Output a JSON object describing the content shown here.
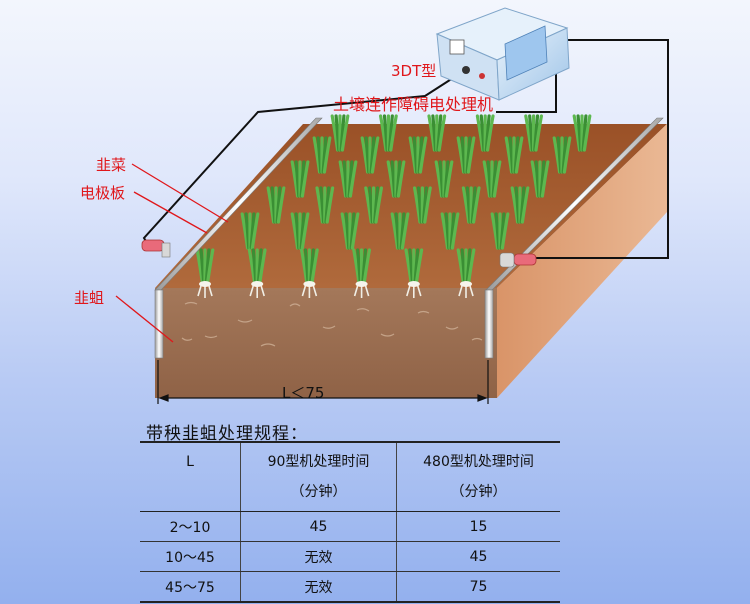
{
  "device": {
    "model": "3DT型",
    "name": "土壤连作障碍电处理机"
  },
  "labels": {
    "leek": "韭菜",
    "electrode": "电极板",
    "maggot": "韭蛆",
    "distance": "L＜75"
  },
  "table": {
    "title": "带秧韭蛆处理规程：",
    "headers": {
      "col1": "L",
      "col2_line1": "90型机处理时间",
      "col2_line2": "（分钟）",
      "col3_line1": "480型机处理时间",
      "col3_line2": "（分钟）"
    },
    "rows": [
      [
        "2～10",
        "45",
        "15"
      ],
      [
        "10～45",
        "无效",
        "45"
      ],
      [
        "45～75",
        "无效",
        "75"
      ]
    ]
  },
  "colors": {
    "soil_top": "#a85f32",
    "soil_front": "#9a6b4b",
    "soil_side": "#e2a679",
    "leek_green": "#3f9a3a",
    "label_red": "#e0171b"
  }
}
